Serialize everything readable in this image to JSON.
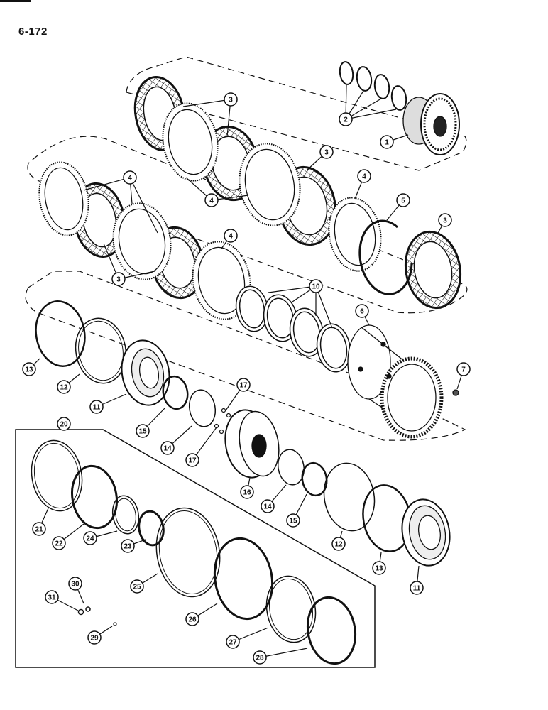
{
  "page_number": "6-172",
  "callouts": [
    "1",
    "2",
    "3",
    "3",
    "3",
    "3",
    "3",
    "4",
    "4",
    "4",
    "4",
    "4",
    "5",
    "6",
    "7",
    "10",
    "11",
    "11",
    "12",
    "12",
    "13",
    "13",
    "14",
    "14",
    "15",
    "15",
    "16",
    "17",
    "17",
    "20",
    "21",
    "22",
    "23",
    "24",
    "25",
    "26",
    "27",
    "28",
    "29",
    "30",
    "31"
  ]
}
